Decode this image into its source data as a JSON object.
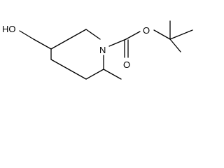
{
  "molecule": {
    "atoms": {
      "ho": "HO",
      "n": "N",
      "o_carbonyl": "O",
      "o_ester": "O"
    }
  },
  "colors": {
    "bond": "#000000",
    "text": "#000000",
    "background": "#ffffff"
  }
}
